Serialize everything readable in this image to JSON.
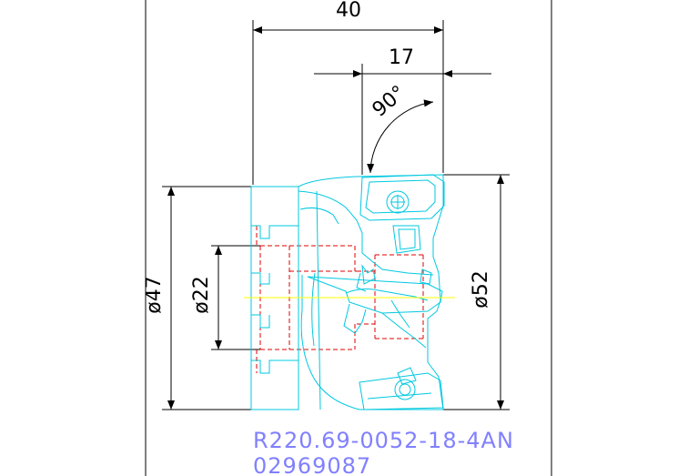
{
  "dimensions": {
    "overall_length": "40",
    "insert_offset": "17",
    "angle": "90°",
    "diameter_left": "ø47",
    "diameter_bore": "ø22",
    "diameter_cut": "ø52"
  },
  "part_number": "R220.69-0052-18-4AN",
  "item_number": "02969087",
  "colors": {
    "outline": "#00c8e0",
    "hidden": "#e00000",
    "centerline": "#ffff00",
    "dimension": "#000000",
    "label": "#8080ff"
  }
}
